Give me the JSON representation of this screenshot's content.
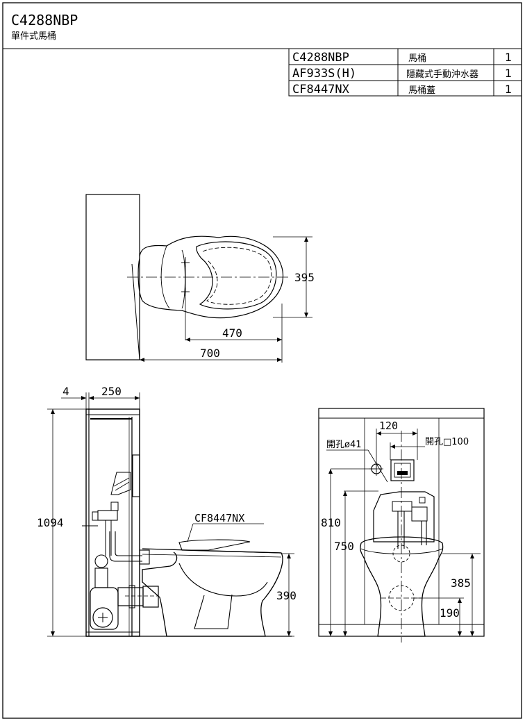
{
  "title_block": {
    "model": "C4288NBP",
    "subtitle": "單件式馬桶"
  },
  "parts_table": [
    {
      "code": "C4288NBP",
      "name": "馬桶",
      "qty": "1"
    },
    {
      "code": "AF933S(H)",
      "name": "隱藏式手動沖水器",
      "qty": "1"
    },
    {
      "code": "CF8447NX",
      "name": "馬桶蓋",
      "qty": "1"
    }
  ],
  "top_view": {
    "dims": {
      "width": "395",
      "depth": "470",
      "overall": "700"
    }
  },
  "side_view": {
    "dims": {
      "wall_gap": "4",
      "frame_depth": "250",
      "frame_height": "1094",
      "seat_height": "390"
    },
    "seat_label": "CF8447NX"
  },
  "front_view": {
    "dims": {
      "spacing": "120",
      "button_height": "810",
      "inlet_height": "750",
      "flush_height": "385",
      "outlet_height": "190"
    },
    "labels": {
      "hole_round": "開孔ø41",
      "hole_square": "開孔□100"
    }
  }
}
